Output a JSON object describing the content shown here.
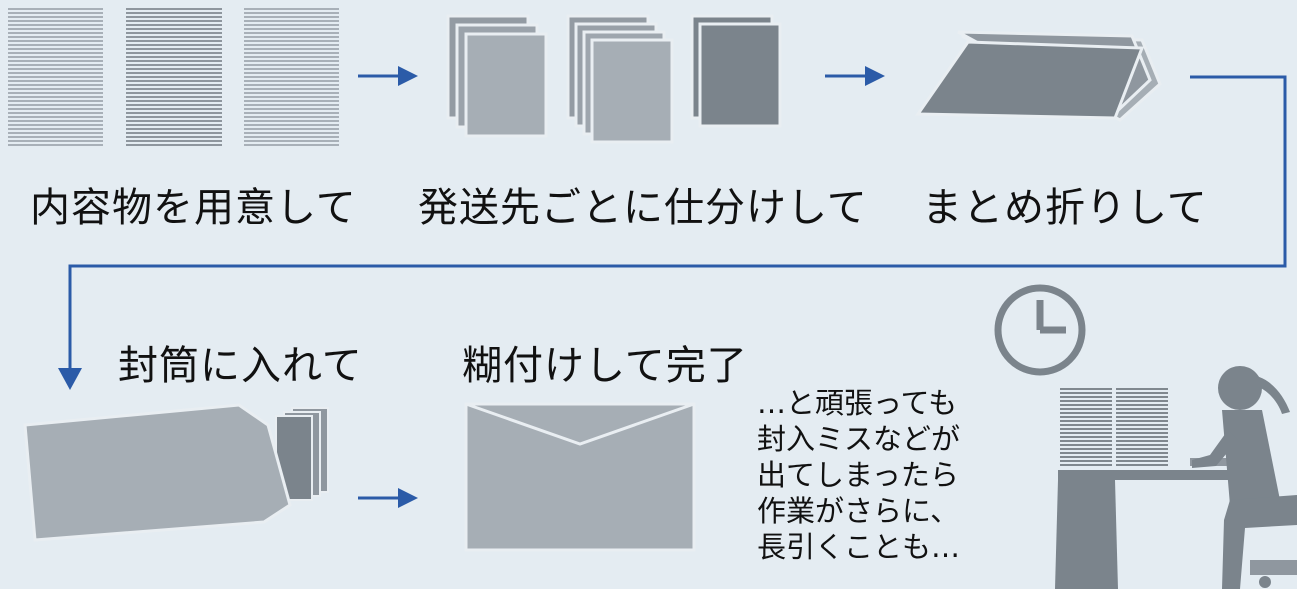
{
  "steps": [
    {
      "id": "prepare",
      "label": "内容物を用意して"
    },
    {
      "id": "sort",
      "label": "発送先ごとに仕分けして"
    },
    {
      "id": "fold",
      "label": "まとめ折りして"
    },
    {
      "id": "insert",
      "label": "封筒に入れて"
    },
    {
      "id": "seal",
      "label": "糊付けして完了"
    }
  ],
  "note": {
    "lines": [
      "…と頑張っても",
      "封入ミスなどが",
      "出てしまったら",
      "作業がさらに、",
      "長引くことも…"
    ]
  },
  "colors": {
    "background": "#e4ecf2",
    "arrow": "#2b5ba8",
    "paper_light": "#a6aeb5",
    "paper_mid": "#939ba3",
    "paper_dark": "#7b848c",
    "text_lines": "#9aa2aa"
  },
  "icons": [
    "clock-icon",
    "person-at-desk-icon",
    "envelope-icon",
    "document-stack-icon",
    "folded-paper-icon"
  ]
}
